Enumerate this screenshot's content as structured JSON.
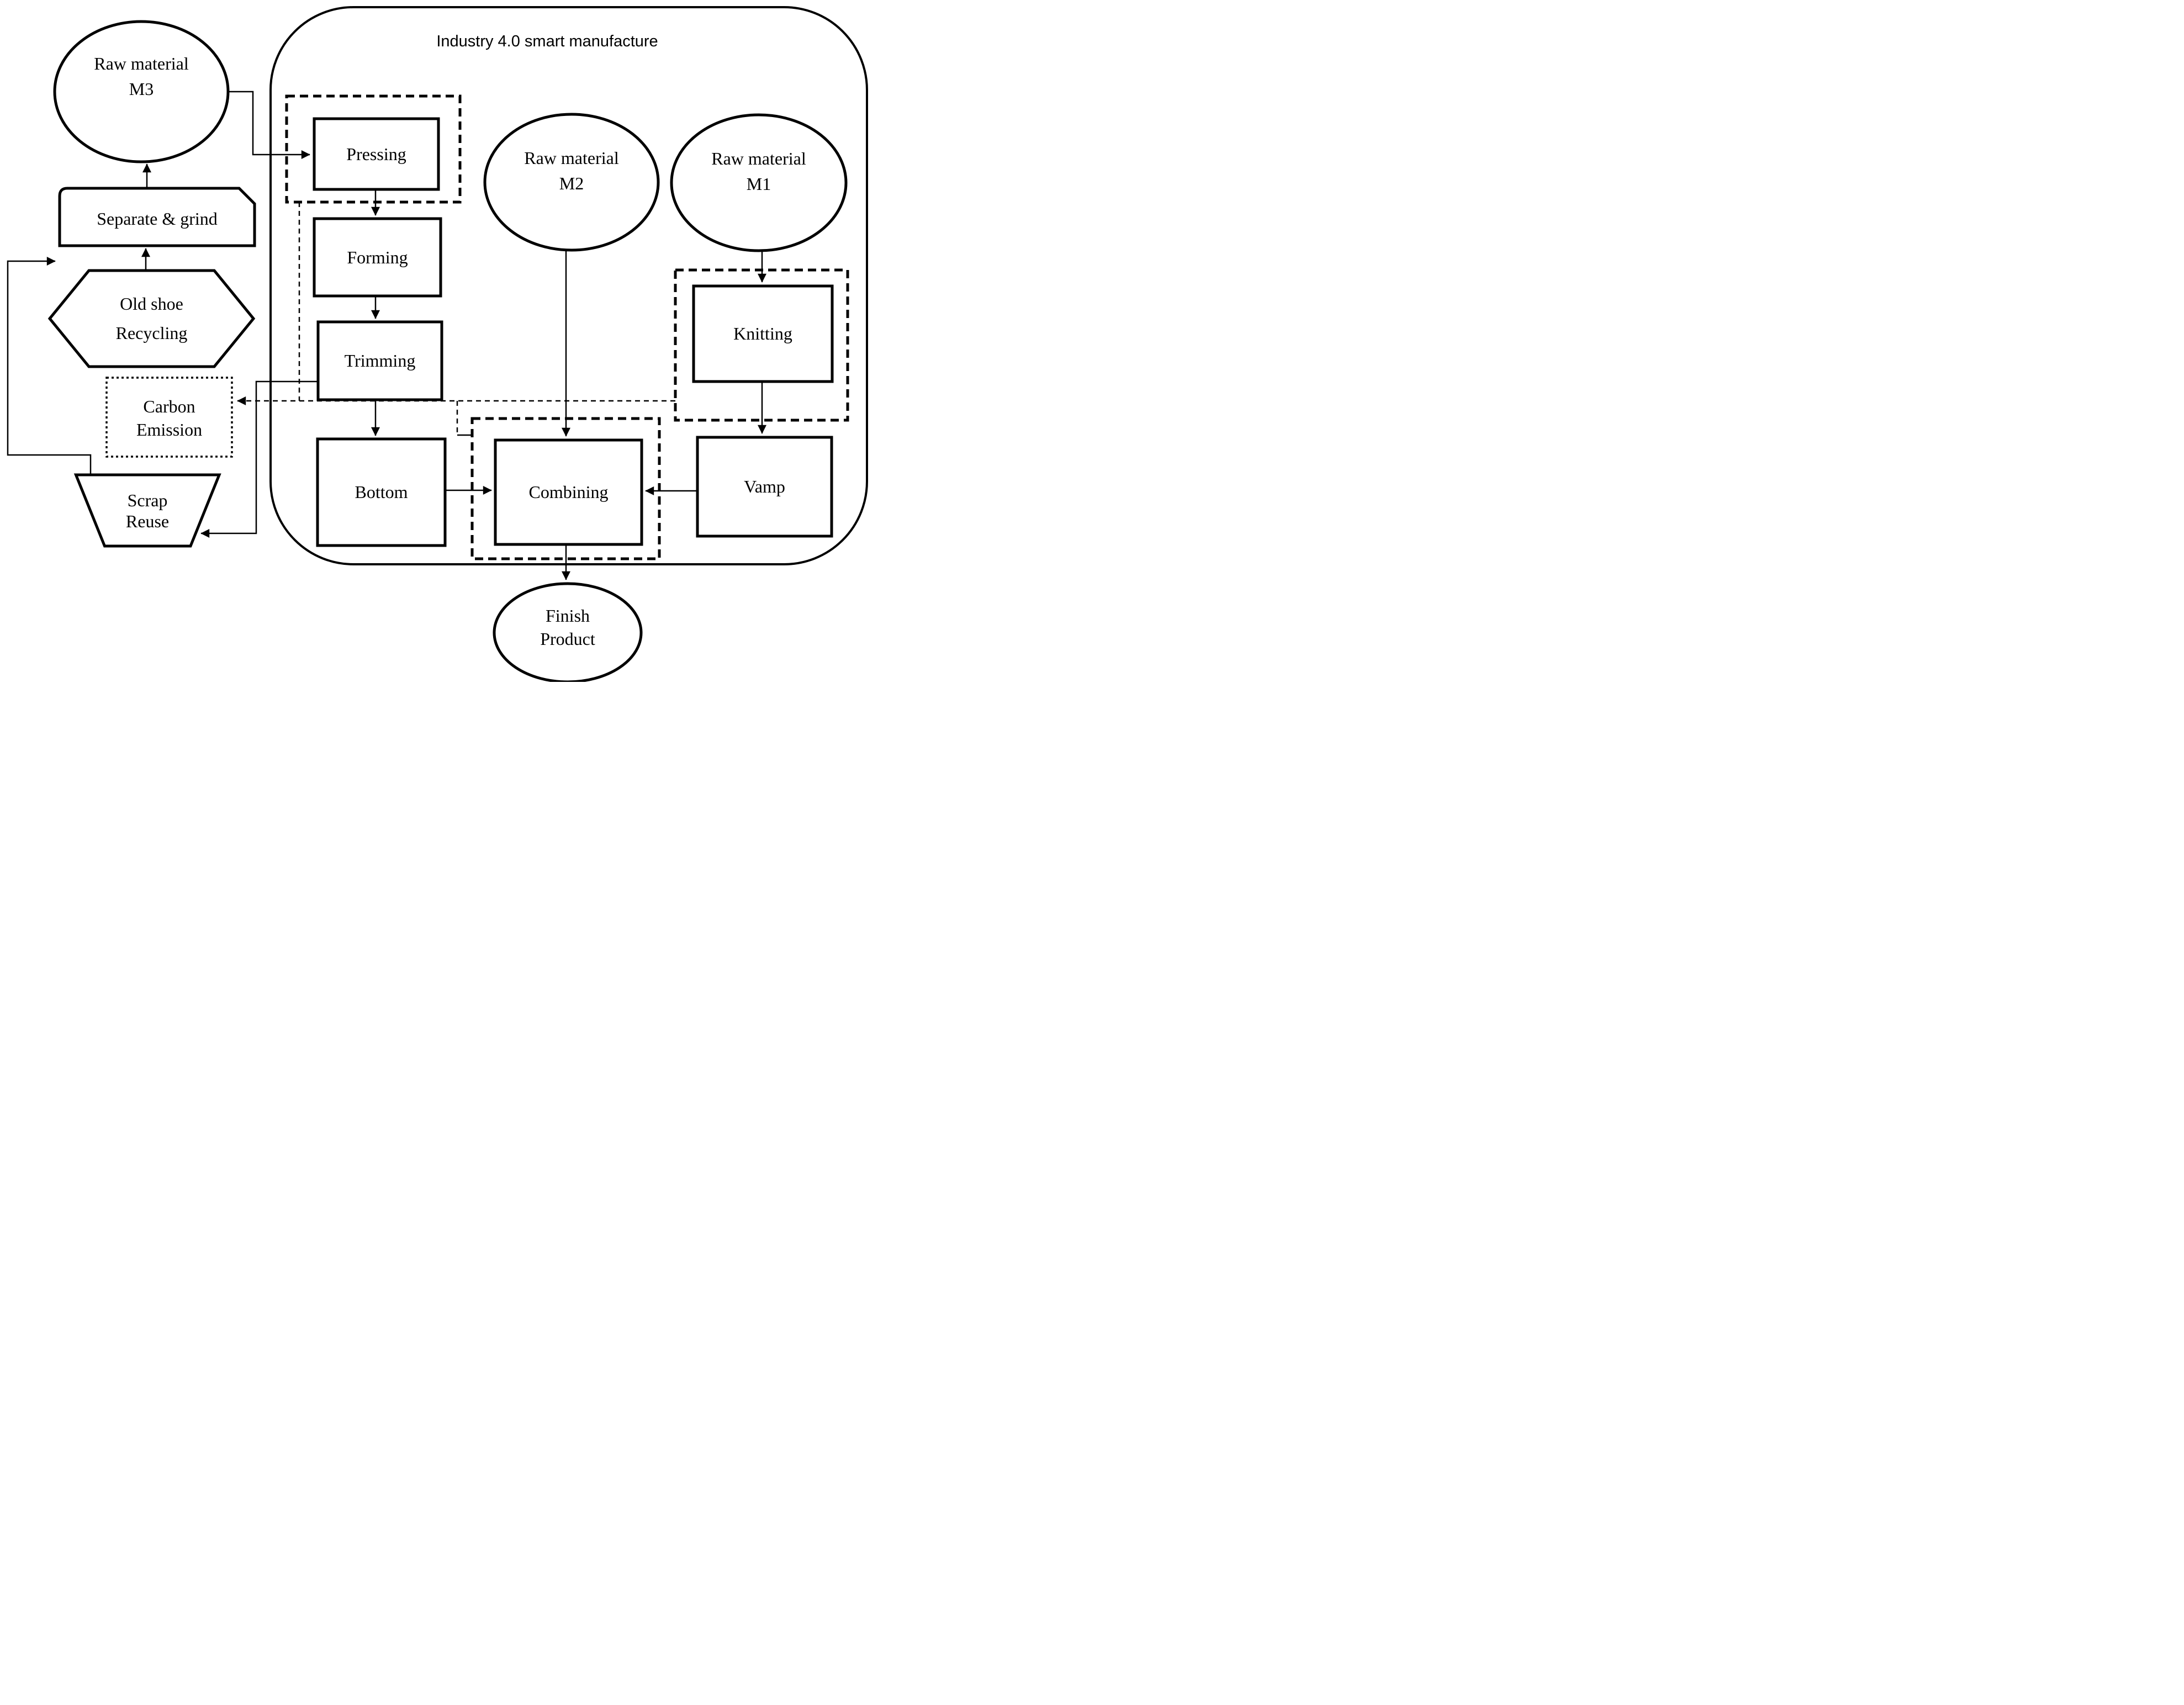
{
  "title": "Industry 4.0 smart manufacture",
  "nodes": {
    "raw_m3": {
      "line1": "Raw material",
      "line2": "M3"
    },
    "separate_grind": {
      "label": "Separate & grind"
    },
    "old_shoe_recycling": {
      "line1": "Old shoe",
      "line2": "Recycling"
    },
    "carbon_emission": {
      "line1": "Carbon",
      "line2": "Emission"
    },
    "scrap_reuse": {
      "line1": "Scrap",
      "line2": "Reuse"
    },
    "pressing": {
      "label": "Pressing"
    },
    "forming": {
      "label": "Forming"
    },
    "trimming": {
      "label": "Trimming"
    },
    "bottom": {
      "label": "Bottom"
    },
    "combining": {
      "label": "Combining"
    },
    "raw_m2": {
      "line1": "Raw material",
      "line2": "M2"
    },
    "raw_m1": {
      "line1": "Raw material",
      "line2": "M1"
    },
    "knitting": {
      "label": "Knitting"
    },
    "vamp": {
      "label": "Vamp"
    },
    "finish_product": {
      "line1": "Finish",
      "line2": "Product"
    }
  },
  "colors": {
    "ink": "#000000",
    "background": "#ffffff"
  }
}
